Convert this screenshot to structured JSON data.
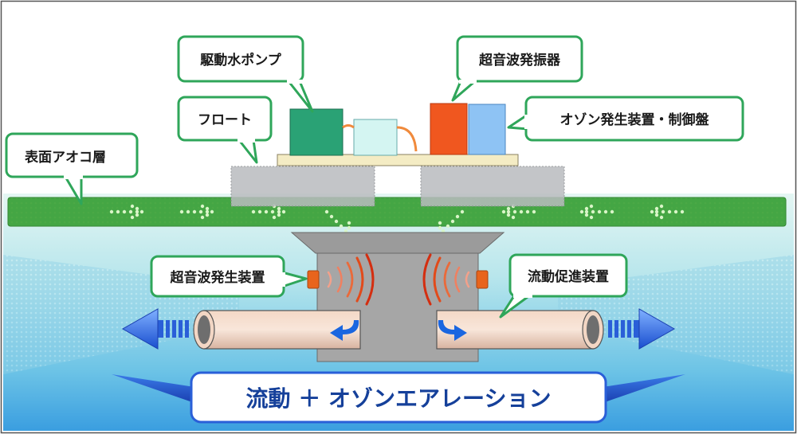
{
  "labels": {
    "pump": "駆動水ポンプ",
    "float": "フロート",
    "ultrasonic_oscillator": "超音波発振器",
    "ozone_panel": "オゾン発生装置・制御盤",
    "surface_algae": "表面アオコ層",
    "ultrasonic_generator": "超音波発生装置",
    "flow_promoter": "流動促進装置"
  },
  "banner": {
    "text": "流動 ＋ オゾンエアレーション"
  },
  "colors": {
    "green_border": "#2fa65a",
    "algae_band": "#3aa02e",
    "water_top": "#dff4f1",
    "water_mid": "#8fd6e4",
    "water_deep": "#3fa6e6",
    "banner_text": "#15409a",
    "arrow_blue": "#1a5fd6"
  }
}
